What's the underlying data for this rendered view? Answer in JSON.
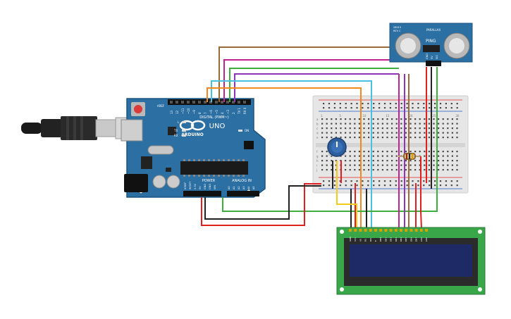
{
  "arduino": {
    "brand": "ARDUINO",
    "model": "UNO",
    "digital_label": "DIGITAL (PWM~)",
    "power_label": "POWER",
    "analog_label": "ANALOG IN",
    "aref": "AREF",
    "gnd": "GND",
    "pins_digital": [
      "13",
      "12",
      "~11",
      "~10",
      "~9",
      "8",
      "7",
      "~6",
      "~5",
      "4",
      "~3",
      "2",
      "TX 1",
      "RX 0"
    ],
    "pins_power": [
      "IOREF",
      "RESET",
      "3.3V",
      "5V",
      "GND",
      "GND",
      "VIN"
    ],
    "pins_analog": [
      "A0",
      "A1",
      "A2",
      "A3",
      "A4",
      "A5"
    ],
    "led_l": "L",
    "led_tx": "TX",
    "led_rx": "RX",
    "led_on": "ON"
  },
  "sensor": {
    "brand": "PARALLAX",
    "model": "PING",
    "part": "28015",
    "rev": "REV C",
    "pins": [
      "GND",
      "5V",
      "SIG"
    ]
  },
  "breadboard": {
    "columns": [
      "1",
      "5",
      "10",
      "15",
      "20",
      "25",
      "30"
    ],
    "rows_top": [
      "a",
      "b",
      "c",
      "d",
      "e"
    ],
    "rows_bottom": [
      "f",
      "g",
      "h",
      "i",
      "j"
    ]
  },
  "lcd": {
    "pins": [
      "GND",
      "VCC",
      "V0",
      "RS",
      "RW",
      "E",
      "DB0",
      "DB1",
      "DB2",
      "DB3",
      "DB4",
      "DB5",
      "DB6",
      "DB7",
      "LED",
      "LED"
    ]
  },
  "colors": {
    "board": "#2b6fa3",
    "board_dark": "#1d5580",
    "breadboard": "#e6e6e6",
    "wire_orange": "#f08a1c",
    "wire_brown": "#9a6a3a",
    "wire_purple": "#8e35b8",
    "wire_magenta": "#c2248f",
    "wire_green": "#3fae3f",
    "wire_cyan": "#48c1e0",
    "wire_red": "#e02020",
    "wire_black": "#222222",
    "wire_yellow": "#f2cc1b",
    "lcd_pcb": "#3aa64a",
    "lcd_screen": "#1e2a66",
    "potentiometer": "#2d5f9e"
  },
  "icons": [
    "usb-plug-icon",
    "reset-button-icon",
    "infinity-logo-icon",
    "power-jack-icon"
  ]
}
